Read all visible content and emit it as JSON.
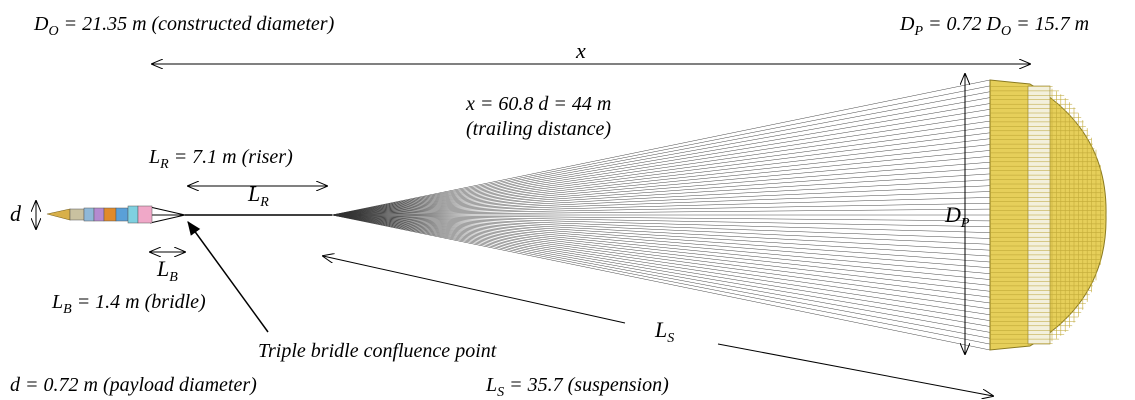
{
  "labels": {
    "Do_prefix": "D",
    "Do_sub": "O",
    "Do_text": " = 21.35 m (constructed diameter)",
    "Dp_prefix": "D",
    "Dp_sub": "P",
    "Dp_mid": " = 0.72 D",
    "Dp_sub2": "O",
    "Dp_text": " = 15.7 m",
    "x_symbol": "x",
    "x_line1": "x = 60.8 d = 44 m",
    "x_line2": "(trailing distance)",
    "LR_prefix": "L",
    "LR_sub": "R",
    "LR_text": " = 7.1 m (riser)",
    "LR_sym": "L",
    "LR_sym_sub": "R",
    "d_sym": "d",
    "LB_sym": "L",
    "LB_sym_sub": "B",
    "LB_prefix": "L",
    "LB_sub": "B",
    "LB_text": " = 1.4 m (bridle)",
    "Dp_sym": "D",
    "Dp_sym_sub": "P",
    "LS_sym": "L",
    "LS_sym_sub": "S",
    "confluence": "Triple bridle confluence point",
    "d_text": "d = 0.72 m (payload diameter)",
    "LS_prefix": "L",
    "LS_sub": "S",
    "LS_text": " = 35.7 (suspension)"
  },
  "colors": {
    "canopy": "#e6cf5a",
    "canopy_dark": "#c9b33a",
    "line": "#000000"
  }
}
